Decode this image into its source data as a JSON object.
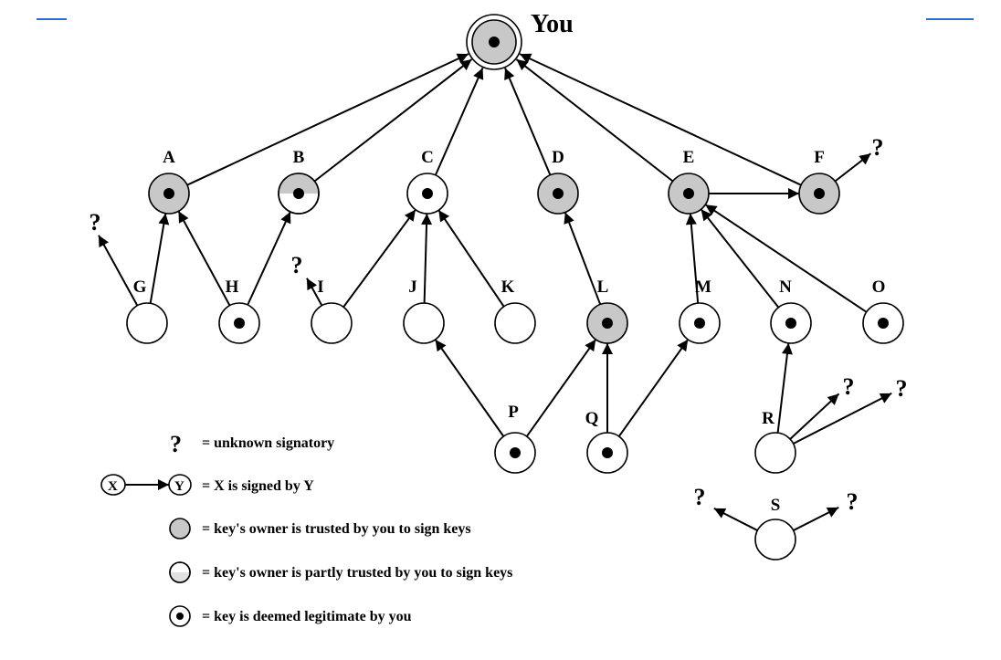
{
  "you_label": "You",
  "colors": {
    "trusted": "#c8c8c8",
    "untrusted": "#ffffff",
    "partly": "#e6e6e6",
    "accent_line": "#2a6fd6"
  },
  "nodes": {
    "A": {
      "label": "A",
      "trust": "trusted",
      "legit": true
    },
    "B": {
      "label": "B",
      "trust": "partly",
      "legit": true
    },
    "C": {
      "label": "C",
      "trust": "none",
      "legit": true
    },
    "D": {
      "label": "D",
      "trust": "trusted",
      "legit": true
    },
    "E": {
      "label": "E",
      "trust": "trusted",
      "legit": true
    },
    "F": {
      "label": "F",
      "trust": "trusted",
      "legit": true
    },
    "G": {
      "label": "G",
      "trust": "none",
      "legit": false
    },
    "H": {
      "label": "H",
      "trust": "none",
      "legit": true
    },
    "I": {
      "label": "I",
      "trust": "none",
      "legit": false
    },
    "J": {
      "label": "J",
      "trust": "none",
      "legit": false
    },
    "K": {
      "label": "K",
      "trust": "none",
      "legit": false
    },
    "L": {
      "label": "L",
      "trust": "trusted",
      "legit": true
    },
    "M": {
      "label": "M",
      "trust": "none",
      "legit": true
    },
    "N": {
      "label": "N",
      "trust": "none",
      "legit": true
    },
    "O": {
      "label": "O",
      "trust": "none",
      "legit": true
    },
    "P": {
      "label": "P",
      "trust": "none",
      "legit": true
    },
    "Q": {
      "label": "Q",
      "trust": "none",
      "legit": true
    },
    "R": {
      "label": "R",
      "trust": "none",
      "legit": false
    },
    "S": {
      "label": "S",
      "trust": "none",
      "legit": false
    }
  },
  "edges": [
    [
      "A",
      "You"
    ],
    [
      "B",
      "You"
    ],
    [
      "C",
      "You"
    ],
    [
      "D",
      "You"
    ],
    [
      "E",
      "You"
    ],
    [
      "F",
      "You"
    ],
    [
      "E",
      "F"
    ],
    [
      "G",
      "A"
    ],
    [
      "H",
      "A"
    ],
    [
      "H",
      "B"
    ],
    [
      "I",
      "C"
    ],
    [
      "J",
      "C"
    ],
    [
      "K",
      "C"
    ],
    [
      "L",
      "D"
    ],
    [
      "M",
      "E"
    ],
    [
      "N",
      "E"
    ],
    [
      "O",
      "E"
    ],
    [
      "P",
      "J"
    ],
    [
      "P",
      "L"
    ],
    [
      "Q",
      "L"
    ],
    [
      "Q",
      "M"
    ],
    [
      "R",
      "N"
    ]
  ],
  "unknown_symbol": "?",
  "legend": {
    "unknown": "= unknown signatory",
    "x_label": "X",
    "y_label": "Y",
    "signed": "= X is signed by Y",
    "trusted": "= key's owner is trusted by you to sign keys",
    "partly": "= key's owner is partly trusted by you to sign keys",
    "legit": "= key is deemed legitimate by you"
  }
}
